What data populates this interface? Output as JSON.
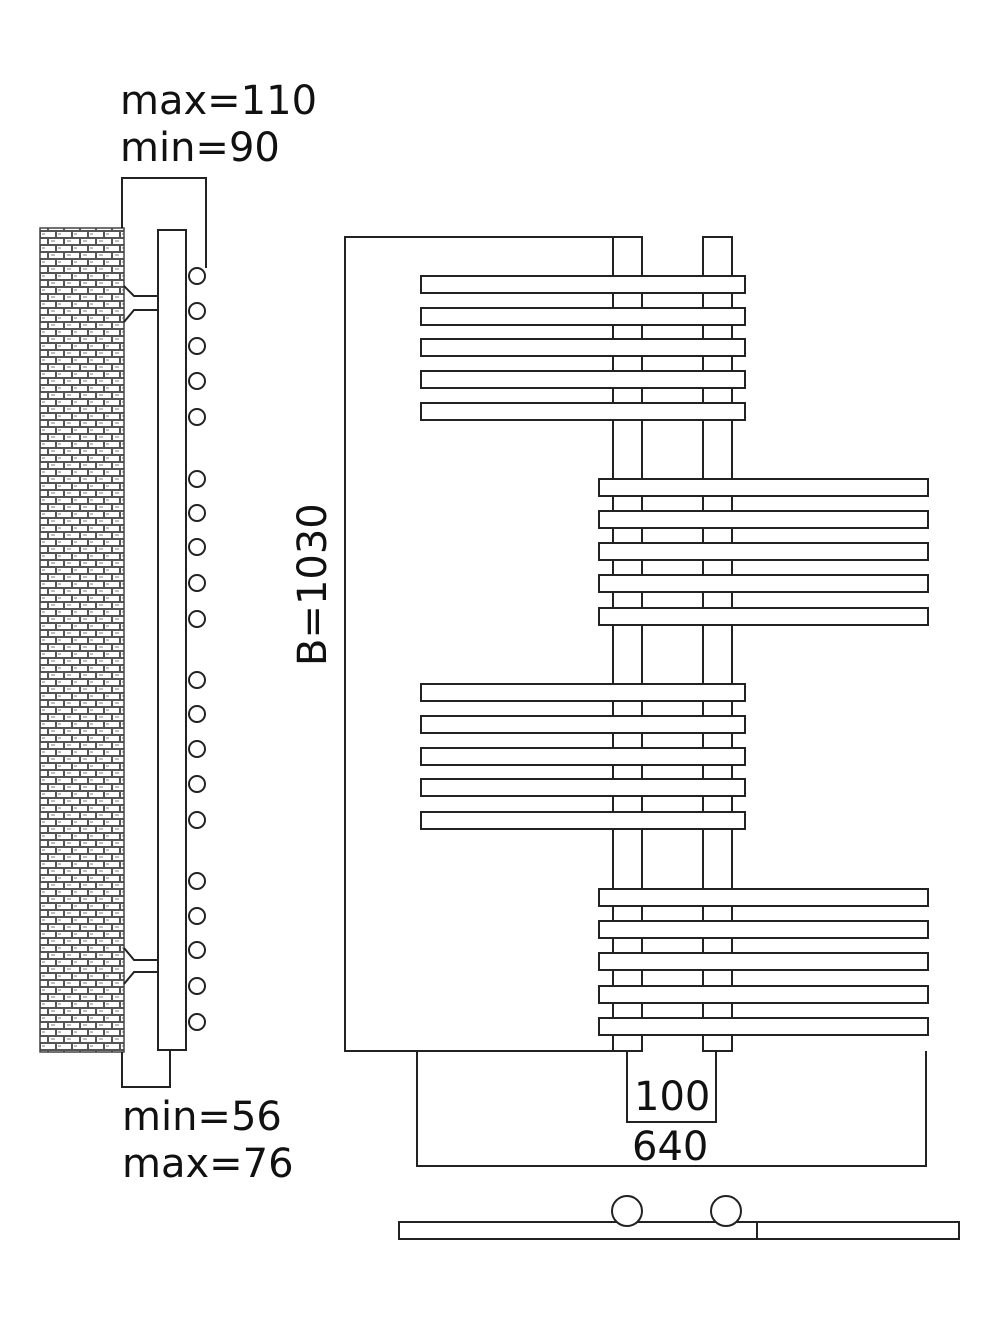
{
  "side_view": {
    "top_offset_max": "max=110",
    "top_offset_min": "min=90",
    "bottom_offset_min": "min=56",
    "bottom_offset_max": "max=76"
  },
  "front_view": {
    "height_label": "B=1030",
    "pipe_spacing_label": "100",
    "total_width_label": "640"
  },
  "colors": {
    "line": "#222222",
    "wall": "#555555",
    "background": "#ffffff"
  }
}
